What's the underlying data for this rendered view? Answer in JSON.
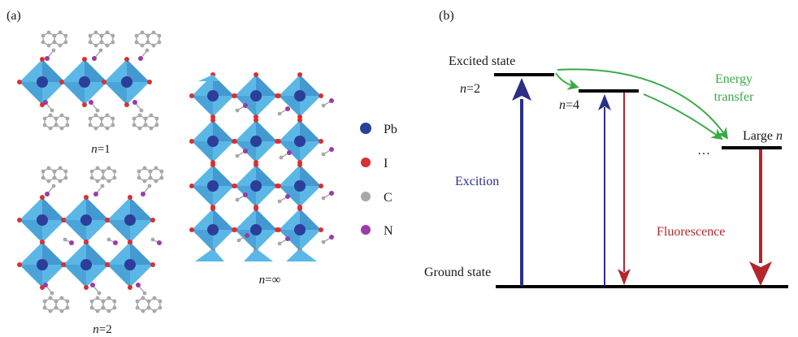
{
  "panel_a": {
    "label": "(a)",
    "structures": [
      {
        "n_prefix": "n",
        "n_value": "=1"
      },
      {
        "n_prefix": "n",
        "n_value": "=2"
      },
      {
        "n_prefix": "n",
        "n_value": "=∞"
      }
    ],
    "legend": [
      {
        "symbol": "Pb",
        "color": "#2c3e9a"
      },
      {
        "symbol": "I",
        "color": "#d93030"
      },
      {
        "symbol": "C",
        "color": "#a8a8a8"
      },
      {
        "symbol": "N",
        "color": "#9b3aa8"
      }
    ],
    "colors": {
      "octahedron_light": "#5bb8e6",
      "octahedron_dark": "#2f7fbd",
      "bond": "#9a9a9a"
    }
  },
  "panel_b": {
    "label": "(b)",
    "excited_state": "Excited state",
    "n2_prefix": "n",
    "n2_value": "=2",
    "n4_prefix": "n",
    "n4_value": "=4",
    "ellipsis": "…",
    "large_n_text": "Large ",
    "large_n_var": "n",
    "energy_transfer_line1": "Energy",
    "energy_transfer_line2": "transfer",
    "excition": "Excition",
    "fluorescence": "Fluorescence",
    "ground_state": "Ground state",
    "colors": {
      "excitation": "#2b2f86",
      "fluorescence": "#b3262b",
      "energy_transfer": "#3aaa48",
      "level": "#000000"
    }
  }
}
